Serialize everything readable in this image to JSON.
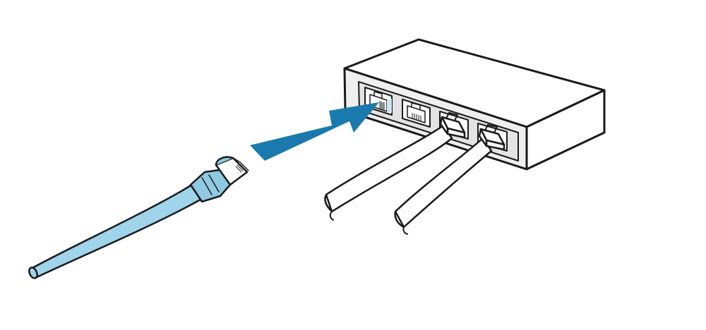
{
  "illustration": {
    "subject": "connect-ethernet-cable-to-switch-port",
    "colors": {
      "background": "#ffffff",
      "outline": "#1a1a1a",
      "switch_top": "#ffffff",
      "switch_front": "#efefef",
      "switch_side": "#ffffff",
      "port_panel": "#e3e3e3",
      "port_jack": "#ffffff",
      "highlighted_port_edge": "#cfe6f1",
      "plugged_cables": "#ffffff",
      "new_cable": "#9fd4ea",
      "new_cable_boot": "#8fc9e2",
      "arrow": "#1a7aad"
    },
    "icons": {
      "switch": "network-switch-icon",
      "arrow": "insert-arrow-icon",
      "cable": "ethernet-cable-icon"
    },
    "ports": {
      "count": 4,
      "target_port_index": 0,
      "occupied_port_indices": [
        2,
        3
      ]
    }
  }
}
